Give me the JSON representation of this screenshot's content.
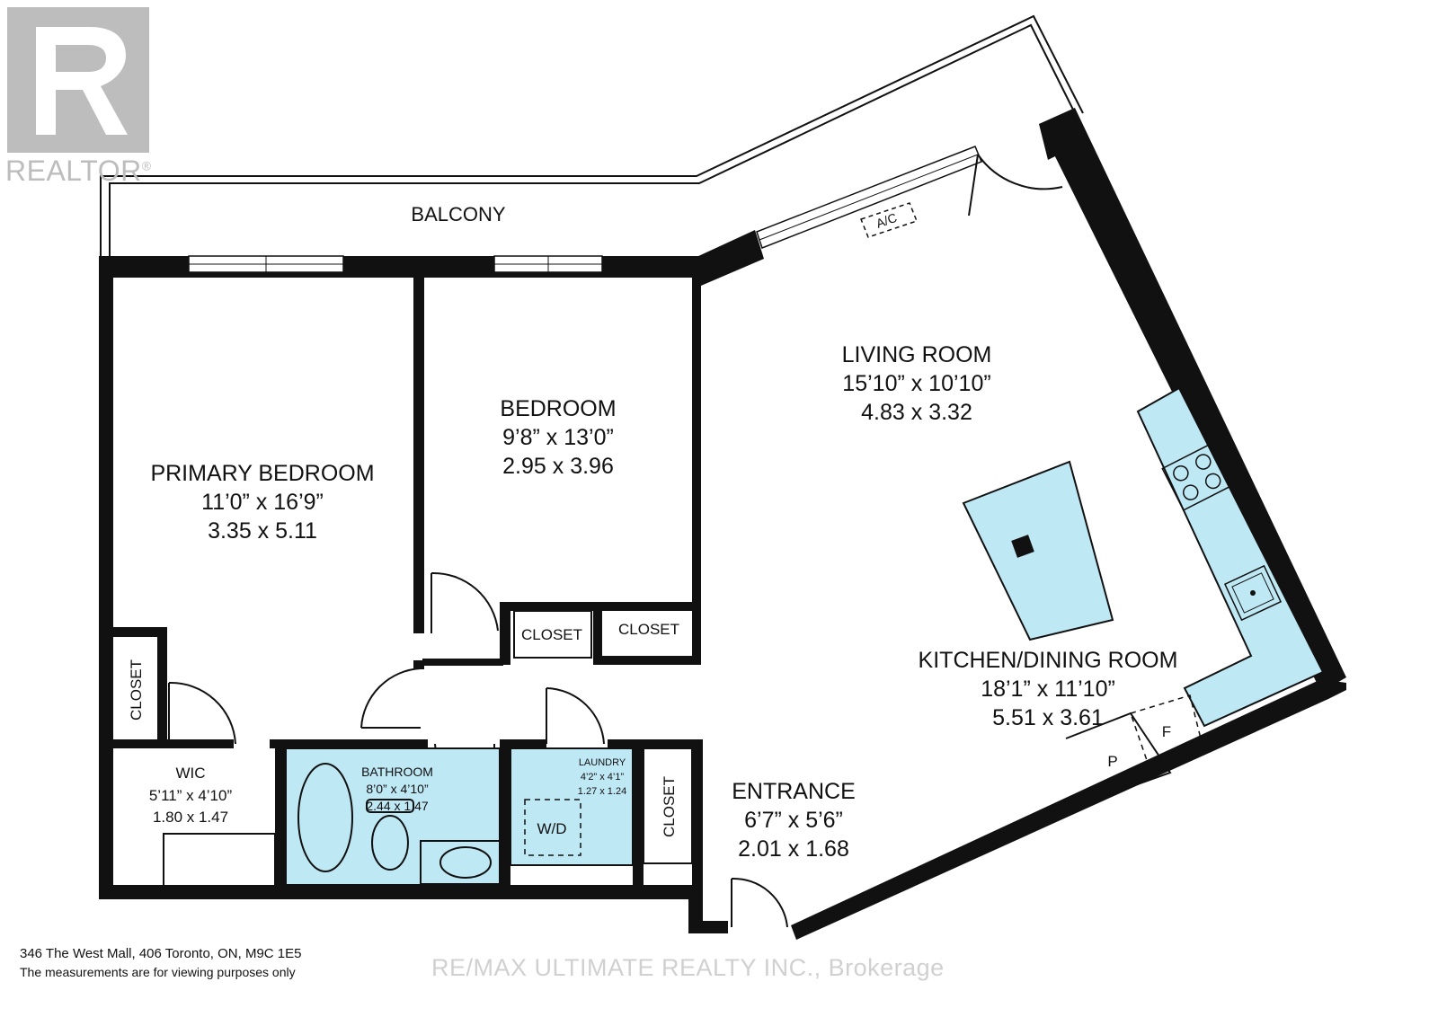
{
  "logo": {
    "brand": "REALTOR",
    "reg_mark": "®"
  },
  "rooms": {
    "balcony": {
      "name": "BALCONY"
    },
    "primary_bedroom": {
      "name": "PRIMARY BEDROOM",
      "imperial": "11’0” x 16’9”",
      "metric": "3.35 x 5.11"
    },
    "bedroom": {
      "name": "BEDROOM",
      "imperial": "9’8” x 13’0”",
      "metric": "2.95 x 3.96"
    },
    "living_room": {
      "name": "LIVING ROOM",
      "imperial": "15’10” x 10’10”",
      "metric": "4.83 x 3.32"
    },
    "kitchen_dining": {
      "name": "KITCHEN/DINING ROOM",
      "imperial": "18’1” x 11’10”",
      "metric": "5.51 x 3.61"
    },
    "wic": {
      "name": "WIC",
      "imperial": "5’11” x 4’10”",
      "metric": "1.80 x 1.47"
    },
    "bathroom": {
      "name": "BATHROOM",
      "imperial": "8’0” x 4’10”",
      "metric": "2.44 x 1.47"
    },
    "laundry": {
      "name": "LAUNDRY",
      "imperial": "4’2” x 4’1”",
      "metric": "1.27 x 1.24"
    },
    "entrance": {
      "name": "ENTRANCE",
      "imperial": "6’7” x 5’6”",
      "metric": "2.01 x 1.68"
    }
  },
  "closets": {
    "bedroom_closet_1": "CLOSET",
    "bedroom_closet_2": "CLOSET",
    "primary_closet": "CLOSET",
    "entrance_closet": "CLOSET"
  },
  "fixtures": {
    "ac": "A/C",
    "washer_dryer": "W/D",
    "pantry": "P",
    "fridge": "F"
  },
  "footer": {
    "address": "346 The West Mall, 406 Toronto, ON, M9C 1E5",
    "disclaimer": "The measurements are for viewing purposes only"
  },
  "watermark": "RE/MAX ULTIMATE REALTY INC., Brokerage",
  "colors": {
    "fixture_fill": "#bfe8f5",
    "wall": "#111111",
    "logo_grey": "#bdbdbd"
  }
}
